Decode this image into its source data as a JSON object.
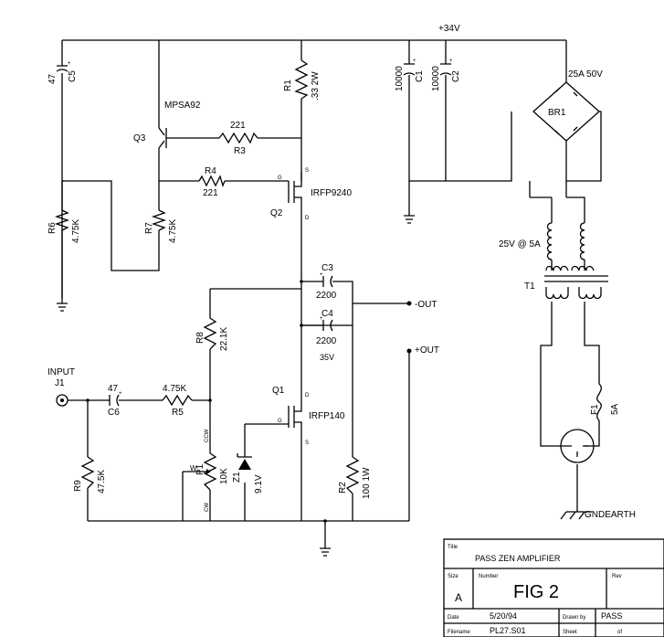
{
  "rails": {
    "supply": "+34V"
  },
  "components": {
    "c5": {
      "ref": "C5",
      "value": "47"
    },
    "c1": {
      "ref": "C1",
      "value": "10000"
    },
    "c2": {
      "ref": "C2",
      "value": "10000"
    },
    "br1": {
      "ref": "BR1",
      "value": "25A 50V"
    },
    "r1": {
      "ref": "R1",
      "value": ".33 2W"
    },
    "q3": {
      "ref": "Q3",
      "value": "MPSA92"
    },
    "r3": {
      "ref": "R3",
      "value": "221"
    },
    "r4": {
      "ref": "R4",
      "value": "221"
    },
    "q2": {
      "ref": "Q2",
      "value": "IRFP9240"
    },
    "r6": {
      "ref": "R6",
      "value": "4.75K"
    },
    "r7": {
      "ref": "R7",
      "value": "4.75K"
    },
    "c3": {
      "ref": "C3",
      "value": "2200"
    },
    "c4": {
      "ref": "C4",
      "value": "2200",
      "rating": "35V"
    },
    "r8": {
      "ref": "R8",
      "value": "22.1K"
    },
    "c6": {
      "ref": "C6",
      "value": "47"
    },
    "r5": {
      "ref": "R5",
      "value": "4.75K"
    },
    "q1": {
      "ref": "Q1",
      "value": "IRFP140"
    },
    "r9": {
      "ref": "R9",
      "value": "47.5K"
    },
    "p1": {
      "ref": "P1",
      "value": "10K"
    },
    "z1": {
      "ref": "Z1",
      "value": "9.1V"
    },
    "r2": {
      "ref": "R2",
      "value": "100 1W"
    },
    "t1": {
      "ref": "T1",
      "value": "25V @ 5A"
    },
    "f1": {
      "ref": "F1",
      "value": "5A"
    },
    "j1": {
      "ref": "J1",
      "label": "INPUT"
    }
  },
  "pins": {
    "s": "S",
    "g": "G",
    "d": "D",
    "w": "W",
    "ccw": "CCW",
    "cw": "CW"
  },
  "outputs": {
    "neg": "-OUT",
    "pos": "+OUT",
    "earth": "GNDEARTH"
  },
  "title_block": {
    "title_label": "Title",
    "title": "PASS ZEN AMPLIFIER",
    "size_label": "Size",
    "size": "A",
    "number_label": "Number",
    "number": "FIG 2",
    "rev_label": "Rev",
    "date_label": "Date",
    "date": "5/20/94",
    "drawn_by_label": "Drawn by",
    "drawn_by": "PASS",
    "filename_label": "Filename",
    "filename": "PL27.S01",
    "sheet_label": "Sheet",
    "of_label": "of"
  }
}
